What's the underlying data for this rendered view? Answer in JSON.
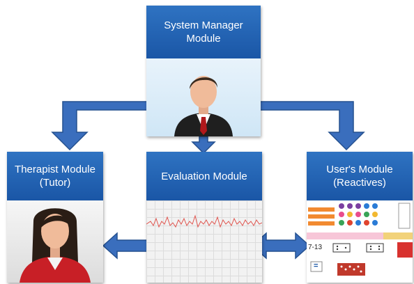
{
  "modules": {
    "system_manager": {
      "line1": "System Manager",
      "line2": "Module"
    },
    "therapist": {
      "line1": "Therapist Module",
      "line2": "(Tutor)"
    },
    "evaluation": {
      "line1": "Evaluation Module"
    },
    "user": {
      "line1": "User's Module",
      "line2": "(Reactives)"
    }
  },
  "reactives": {
    "equation": "7-13",
    "equals": "="
  },
  "colors": {
    "header_blue": "#1e5fae",
    "arrow_blue": "#3a6ebd",
    "arrow_edge": "#24508f"
  }
}
